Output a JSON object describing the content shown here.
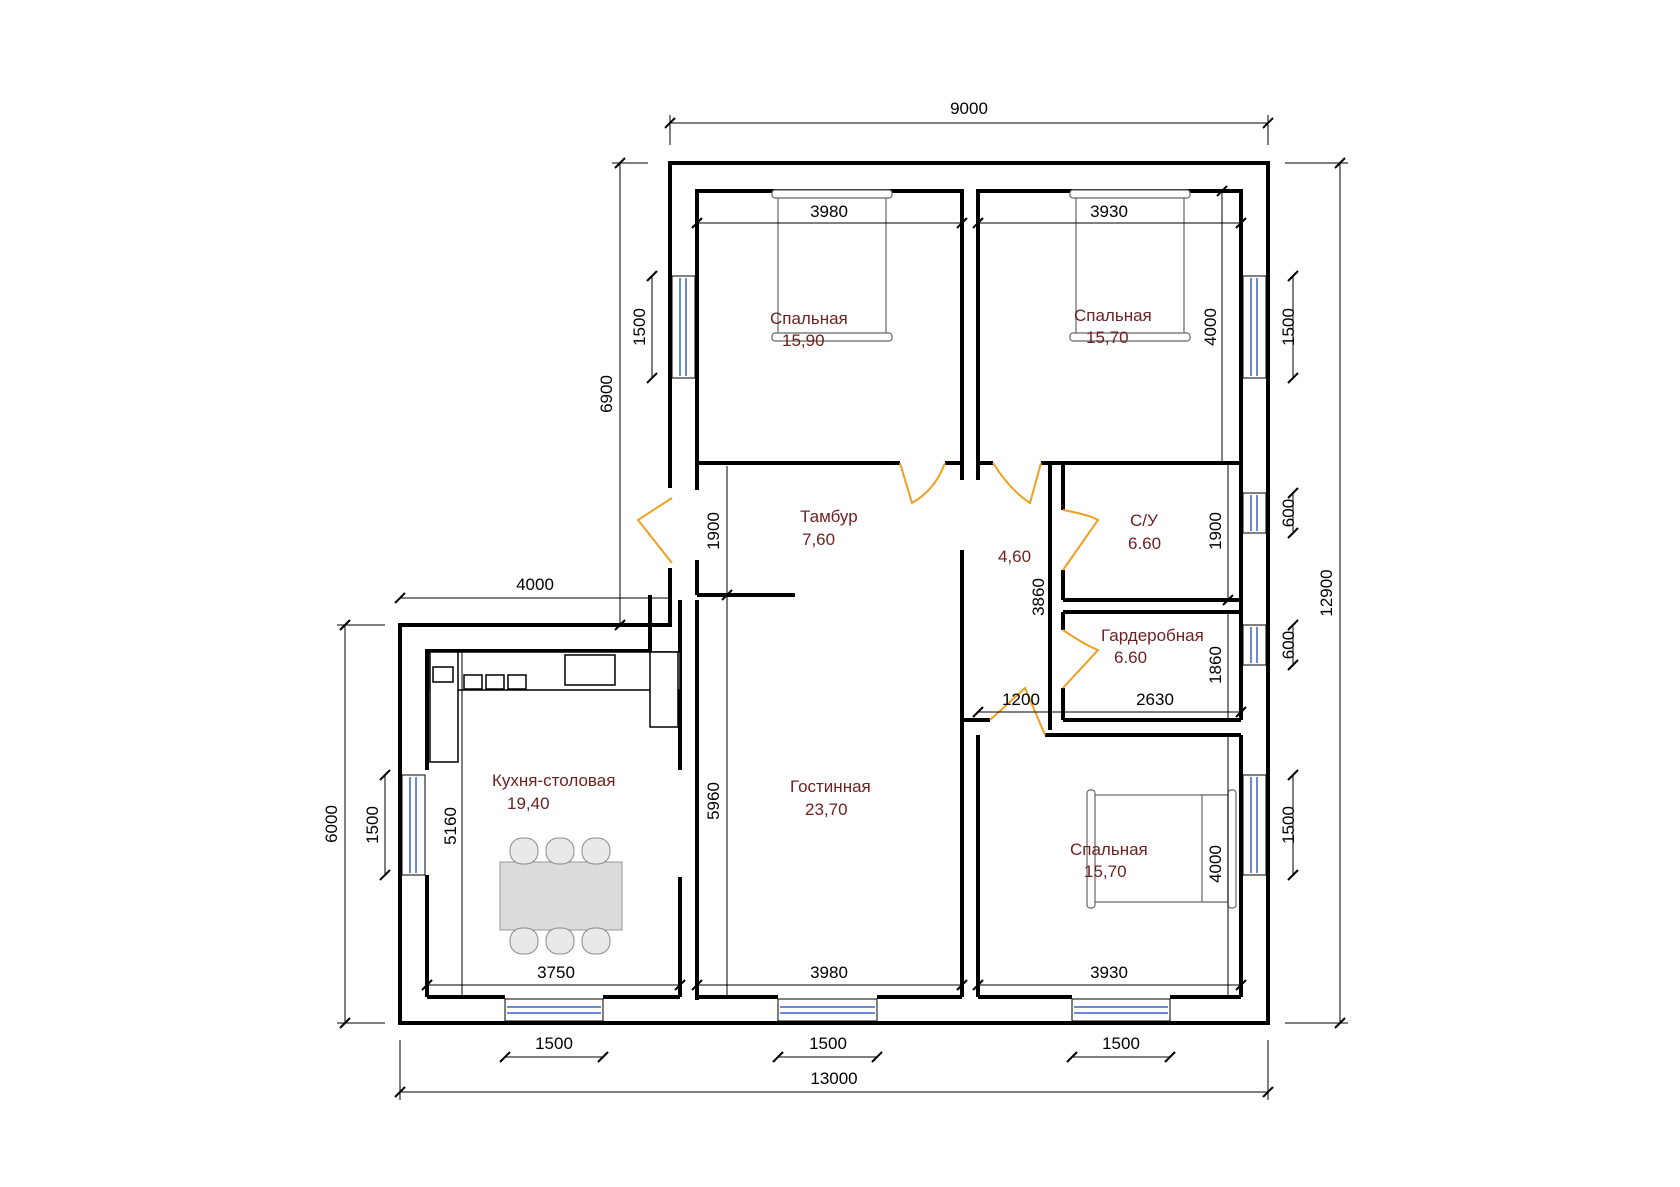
{
  "rooms": [
    {
      "name": "Спальная",
      "area": "15,90"
    },
    {
      "name": "Спальная",
      "area": "15,70"
    },
    {
      "name": "Тамбур",
      "area": "7,60"
    },
    {
      "name": "",
      "area": "4,60"
    },
    {
      "name": "С/У",
      "area": "6.60"
    },
    {
      "name": "Гардеробная",
      "area": "6.60"
    },
    {
      "name": "Кухня-столовая",
      "area": "19,40"
    },
    {
      "name": "Гостинная",
      "area": "23,70"
    },
    {
      "name": "Спальная",
      "area": "15,70"
    }
  ],
  "dimensions": {
    "top_overall": "9000",
    "bottom_overall": "13000",
    "right_overall": "12900",
    "left_upper": "6900",
    "left_lower": "6000",
    "wing_width": "4000",
    "bedroom1_width": "3980",
    "bedroom2_width": "3930",
    "bedroom2_depth": "4000",
    "bedroom1_window": "1500",
    "bedroom2_window": "1500",
    "vestibule_depth": "1900",
    "hall_depth": "3860",
    "bath_depth": "1900",
    "bath_window": "600",
    "wardrobe_window": "600",
    "wardrobe_depth": "1860",
    "hall_width": "1200",
    "wardrobe_width": "2630",
    "kitchen_depth": "5160",
    "kitchen_window_side": "1500",
    "living_depth": "5960",
    "bedroom3_window_side": "1500",
    "bedroom3_depth": "4000",
    "kitchen_width": "3750",
    "living_width": "3980",
    "bedroom3_width": "3930",
    "kitchen_window_bottom": "1500",
    "living_window_bottom": "1500",
    "bedroom3_window_bottom": "1500"
  }
}
